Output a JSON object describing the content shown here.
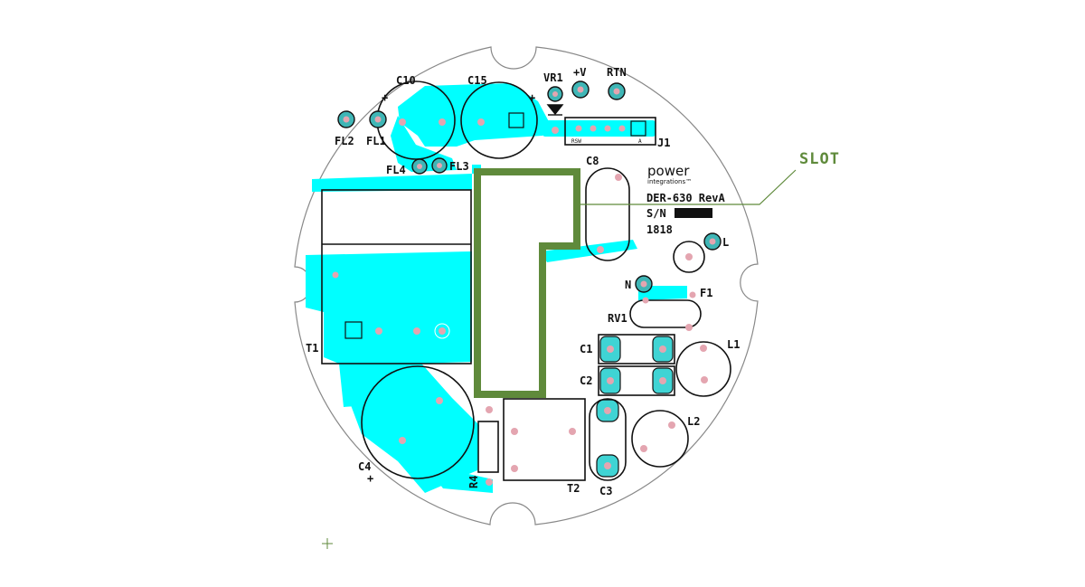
{
  "colors": {
    "copper": "#00ffff",
    "slot": "#5f8a3b",
    "silk": "#111111",
    "pad": "#e4a5b0",
    "outline": "#888888"
  },
  "board": {
    "designator": "DER-630 RevA",
    "sn_label": "S/N",
    "date_code": "1818",
    "brand_name": "power",
    "brand_sub": "integrations™"
  },
  "callout": {
    "label": "SLOT"
  },
  "components": {
    "c10": "C10",
    "c15": "C15",
    "vr1": "VR1",
    "vplus": "+V",
    "rtn": "RTN",
    "fl1": "FL1",
    "fl2": "FL2",
    "fl3": "FL3",
    "fl4": "FL4",
    "j1": "J1",
    "c8": "C8",
    "l": "L",
    "n": "N",
    "f1": "F1",
    "rv1": "RV1",
    "c1": "C1",
    "c2": "C2",
    "l1": "L1",
    "l2": "L2",
    "t1": "T1",
    "t2": "T2",
    "c3": "C3",
    "c4": "C4",
    "r4": "R4",
    "plus1": "+",
    "plus2": "+",
    "plus3": "+",
    "j1_tiny": "RSW",
    "j1_mark": "A"
  }
}
